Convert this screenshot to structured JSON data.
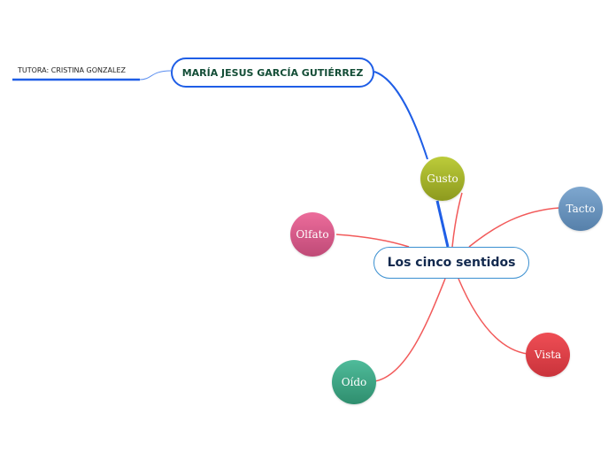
{
  "map": {
    "central": {
      "label": "Los cinco sentidos",
      "border_color": "#3a8fd0",
      "text_color": "#12294e"
    },
    "author": {
      "label": "MARÍA JESUS GARCÍA GUTIÉRREZ",
      "border_color": "#1f5ee6",
      "text_color": "#134d36"
    },
    "tutor": {
      "label": "TUTORA: CRISTINA GONZALEZ",
      "underline_color": "#1f5ee6"
    },
    "senses": [
      {
        "label": "Gusto",
        "color_top": "#bccc3a",
        "color_bottom": "#8d9a1e"
      },
      {
        "label": "Olfato",
        "color_top": "#ec6c9b",
        "color_bottom": "#bf4a77"
      },
      {
        "label": "Tacto",
        "color_top": "#7ea7cf",
        "color_bottom": "#5680aa"
      },
      {
        "label": "Vista",
        "color_top": "#ef4e55",
        "color_bottom": "#c9333b"
      },
      {
        "label": "Oído",
        "color_top": "#4fbb9a",
        "color_bottom": "#2f8e6e"
      }
    ],
    "link_colors": {
      "senses": "#f25a5a",
      "author": "#1f5ee6"
    }
  }
}
